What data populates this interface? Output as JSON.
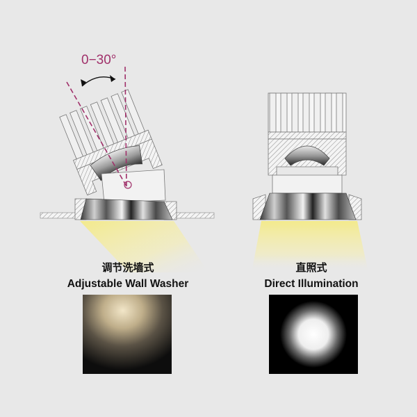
{
  "left_fixture": {
    "angle_label": "0−30°",
    "title_zh": "调节洗墙式",
    "title_en": "Adjustable Wall Washer"
  },
  "right_fixture": {
    "title_zh": "直照式",
    "title_en": "Direct Illumination"
  },
  "colors": {
    "background": "#e8e8e8",
    "angle_accent": "#a0306a",
    "beam_yellow": "#f3ea8c",
    "hatch": "#777777"
  }
}
